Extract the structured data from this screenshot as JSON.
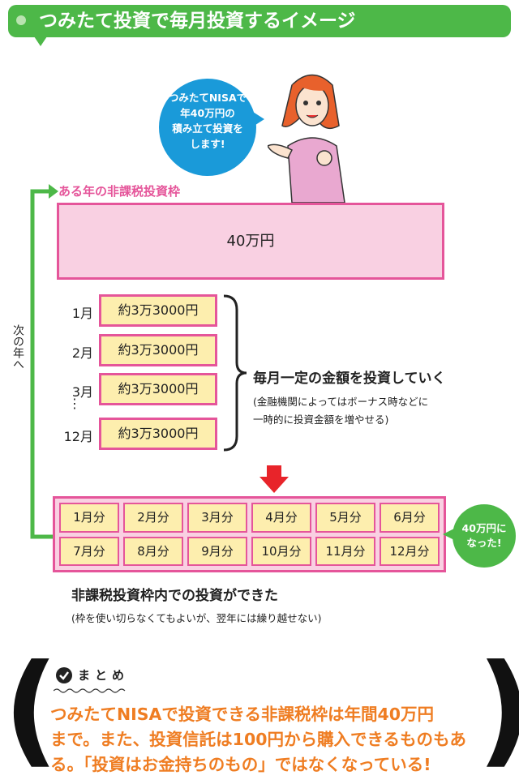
{
  "title": "つみたて投資で毎月投資するイメージ",
  "bubble": {
    "lines": [
      "つみたてNISAで",
      "年40万円の",
      "積み立て投資を",
      "します!"
    ]
  },
  "frame_label": "ある年の非課税投資枠",
  "frame_amount": "40万円",
  "months": [
    {
      "label": "1月",
      "amount": "約3万3000円"
    },
    {
      "label": "2月",
      "amount": "約3万3000円"
    },
    {
      "label": "3月",
      "amount": "約3万3000円"
    },
    {
      "label": "12月",
      "amount": "約3万3000円"
    }
  ],
  "ellipsis": "⋮",
  "note": {
    "main": "毎月一定の金額を投資していく",
    "sub1": "(金融機関によってはボーナス時などに",
    "sub2": "一時的に投資金額を増やせる)"
  },
  "grid": [
    "1月分",
    "2月分",
    "3月分",
    "4月分",
    "5月分",
    "6月分",
    "7月分",
    "8月分",
    "9月分",
    "10月分",
    "11月分",
    "12月分"
  ],
  "done_bubble": {
    "line1": "40万円に",
    "line2": "なった!"
  },
  "result": {
    "main": "非課税投資枠内での投資ができた",
    "sub": "(枠を使い切らなくてもよいが、翌年には繰り越せない)"
  },
  "next_year": "次の年へ",
  "summary": {
    "title": "まとめ",
    "lines": [
      "つみたてNISAで投資できる非課税枠は年間40万円",
      "まで。また、投資信託は100円から購入できるものもあ",
      "る。「投資はお金持ちのもの」ではなくなっている!"
    ]
  },
  "colors": {
    "green": "#4db848",
    "pink": "#e5559a",
    "blue": "#1a9ad9",
    "orange": "#ef7d22",
    "red": "#e8242a"
  }
}
